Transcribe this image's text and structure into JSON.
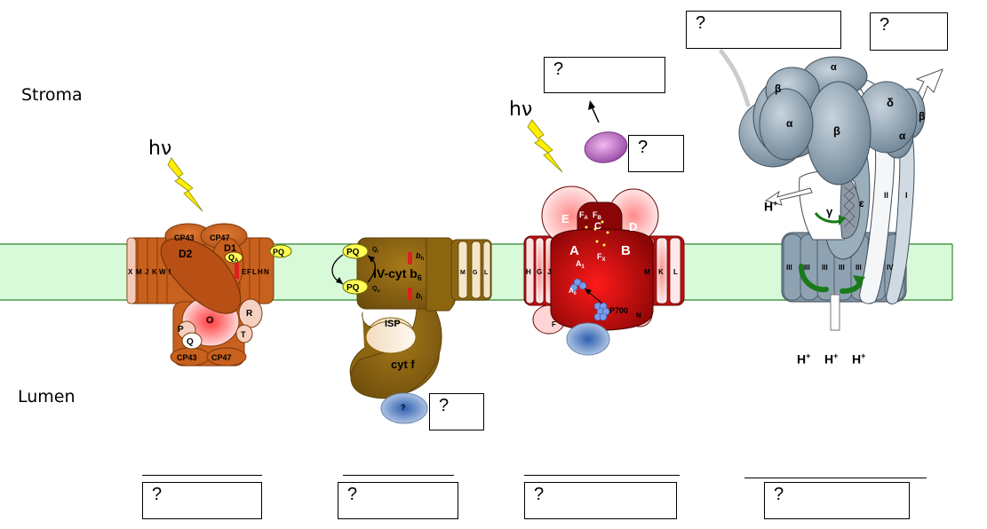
{
  "regions": {
    "stroma": "Stroma",
    "lumen": "Lumen"
  },
  "light": "hν",
  "question": "?",
  "proton": "H",
  "proton_charge": "+",
  "psii": {
    "subunits_top": [
      "CP43",
      "CP47"
    ],
    "subunits_bottom": [
      "CP43",
      "CP47"
    ],
    "d1": "D1",
    "d2": "D2",
    "qa": "Q",
    "qa_sub": "A",
    "left_helices": [
      "X",
      "M",
      "J",
      "K",
      "W",
      "I"
    ],
    "right_helices": [
      "E",
      "F",
      "L",
      "H",
      "N"
    ],
    "o": "O",
    "p": "P",
    "q": "Q",
    "r": "R",
    "t": "T",
    "pq": "PQ"
  },
  "cytb6f": {
    "label": "IV-cyt b",
    "label_sub": "6",
    "bh": "b",
    "bh_sub": "h",
    "bl": "b",
    "bl_sub": "l",
    "qi": "Q",
    "qi_sub": "i",
    "qo": "Q",
    "qo_sub": "o",
    "pq": "PQ",
    "isp": "ISP",
    "cytf": "cyt f",
    "m": "M",
    "g": "G",
    "l": "L",
    "pc": "?"
  },
  "psi": {
    "e": "E",
    "d": "D",
    "c": "C",
    "fa": "F",
    "fa_sub": "A",
    "fb": "F",
    "fb_sub": "B",
    "a": "A",
    "b": "B",
    "a1": "A",
    "a1_sub": "1",
    "a0": "A",
    "a0_sub": "0",
    "fx": "F",
    "fx_sub": "X",
    "p700": "P700",
    "h": "H",
    "g": "G",
    "j": "J",
    "m": "M",
    "k": "K",
    "l": "L",
    "n": "N",
    "f": "F"
  },
  "atp": {
    "alpha": "α",
    "beta": "β",
    "delta": "δ",
    "gamma": "γ",
    "epsilon": "ε",
    "b1": "I",
    "b2": "II",
    "c_ring": [
      "III",
      "III",
      "III",
      "III",
      "III",
      "IV"
    ]
  },
  "colors": {
    "membrane": "#d8fad8",
    "membrane_line": "#4f9a4f",
    "psii": "#c8601e",
    "psii_dark": "#8a3a0c",
    "cyt": "#8c6510",
    "cyt_dark": "#5e420a",
    "psi": "#c01010",
    "psi_dark": "#7a0606",
    "atp": "#8fa2b2",
    "atp_dark": "#4b5d6c",
    "bolt": "#ffee00",
    "pq": "#ffff55"
  }
}
